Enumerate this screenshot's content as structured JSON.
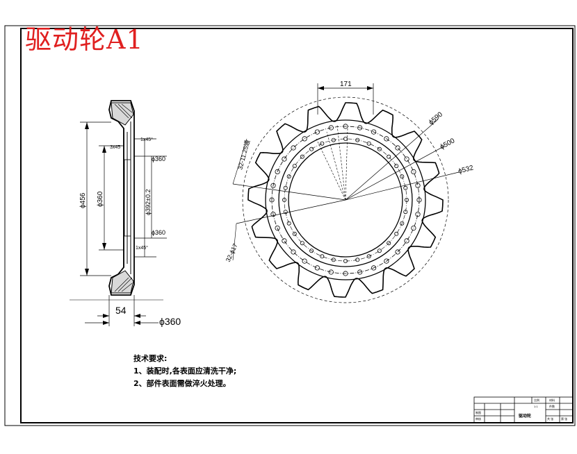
{
  "drawing": {
    "title": "驱动轮A1",
    "notes": {
      "heading": "技术要求:",
      "line1": "1、装配时,各表面应清洗干净;",
      "line2": "2、部件表面需做淬火处理。"
    },
    "side_view_dims": {
      "outer_dia": "ϕ456",
      "hub_dia": "ϕ360",
      "chamfer_top": "1x45°",
      "chamfer_left": "3x45",
      "bore_top": "ϕ360",
      "center_dia": "ϕ392±0.2",
      "bore_bottom": "ϕ360",
      "chamfer_bottom": "1x45°",
      "width": "54",
      "base_dia": "ϕ360"
    },
    "front_view_dims": {
      "width": "171",
      "outer_dia": "ϕ590",
      "mid_dia": "ϕ500",
      "inner_dia": "ϕ532",
      "holes_outer": "32-11.25通",
      "holes_inner": "32-ϕ17"
    },
    "title_block": {
      "part_name": "驱动轮",
      "cells": [
        "比例",
        "材料",
        "制图",
        "审核",
        "1:1",
        "件数",
        "共 张",
        "第 张"
      ]
    }
  }
}
